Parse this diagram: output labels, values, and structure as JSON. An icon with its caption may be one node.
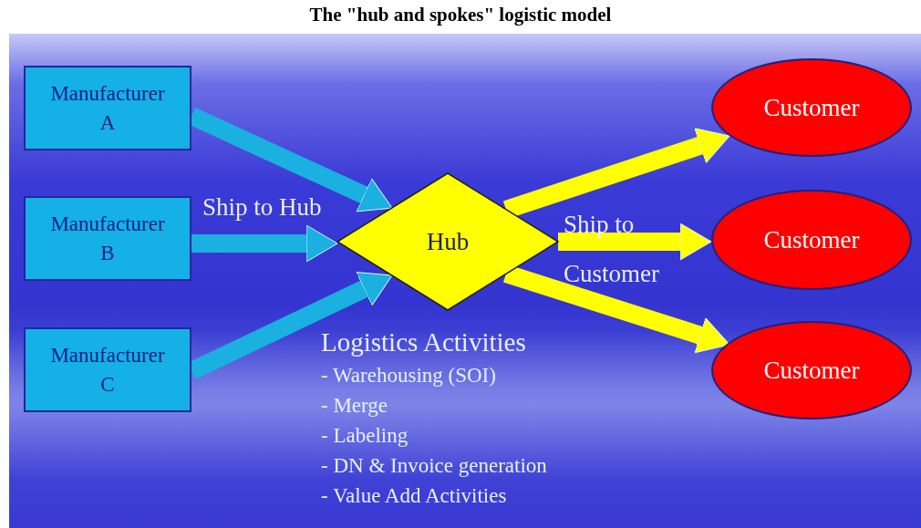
{
  "diagram": {
    "title": "The \"hub and spokes\" logistic model",
    "nodes": [
      {
        "text": [
          "Manufacturer A"
        ]
      },
      {
        "text": [
          "Manufacturer B"
        ]
      },
      {
        "text": [
          "Manufacturer C"
        ]
      },
      {
        "text": [
          "Hub"
        ],
        "beside": [
          "Logistics Activities",
          "- Warehousing (SOI)",
          "- Merge",
          "- Labeling",
          "- DN & Invoice generation",
          "- Value Add Activities"
        ]
      },
      {
        "text": [
          "Customer"
        ]
      },
      {
        "text": [
          "Customer"
        ]
      },
      {
        "text": [
          "Customer"
        ]
      }
    ],
    "edges": [
      {
        "from": 0,
        "to": 3,
        "arrow": "to",
        "color": "#1ab0e0"
      },
      {
        "from": 1,
        "to": 3,
        "arrow": "to",
        "label": "Ship to Hub",
        "color": "#1ab0e0"
      },
      {
        "from": 2,
        "to": 3,
        "arrow": "to",
        "color": "#1ab0e0"
      },
      {
        "from": 3,
        "to": 4,
        "arrow": "to",
        "color": "#ffff00"
      },
      {
        "from": 3,
        "to": 5,
        "arrow": "to",
        "label": "Ship to Customer",
        "color": "#ffff00"
      },
      {
        "from": 3,
        "to": 6,
        "arrow": "to",
        "color": "#ffff00"
      }
    ]
  }
}
